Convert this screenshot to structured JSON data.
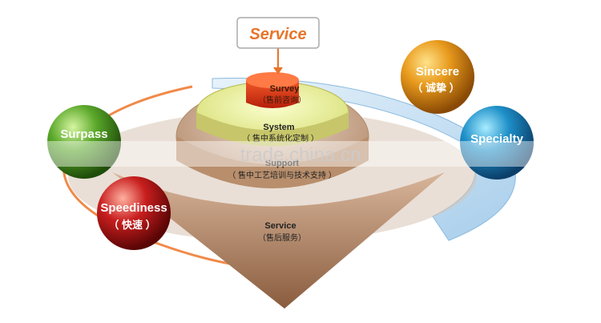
{
  "callout": {
    "label": "Service",
    "color": "#e8742a"
  },
  "layers": [
    {
      "title": "Survey",
      "subtitle": "（售前咨询）"
    },
    {
      "title": "System",
      "subtitle": "（ 售中系统化定制 ）"
    },
    {
      "title": "Support",
      "subtitle": "（ 售中工艺培训与技术支持 ）"
    },
    {
      "title": "Service",
      "subtitle": "（售后服务）"
    }
  ],
  "spheres": [
    {
      "label": "Sincere",
      "sublabel": "（ 诚挚 ）",
      "color": "#e89a1c"
    },
    {
      "label": "Specialty",
      "sublabel": "",
      "color": "#1e8fc8"
    },
    {
      "label": "Surpass",
      "sublabel": "",
      "color": "#5aa82a"
    },
    {
      "label": "Speediness",
      "sublabel": "（ 快速 ）",
      "color": "#c81e1e"
    }
  ],
  "watermark": "trade.china.cn"
}
